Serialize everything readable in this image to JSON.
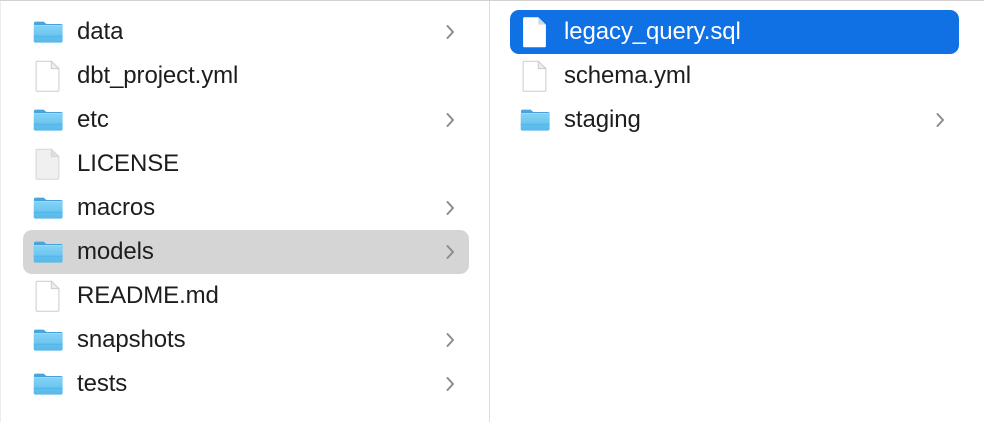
{
  "window": {
    "title": "Finder Column View",
    "view_mode": "column",
    "background_color": "#ffffff",
    "divider_color": "#dcdcdc",
    "selection_active_color": "#1071e5",
    "selection_inactive_color": "#d5d5d5",
    "text_color": "#1d1d1f",
    "selected_text_color": "#ffffff",
    "chevron_color": "#8c8c8c",
    "folder_icon_color": "#5ac0ef",
    "document_icon_color": "#ffffff"
  },
  "columns": [
    {
      "name": "parent-column",
      "items": [
        {
          "label": "data",
          "kind": "folder",
          "icon": "folder-icon",
          "has_chevron": true,
          "selected": false,
          "selection_style": "none"
        },
        {
          "label": "dbt_project.yml",
          "kind": "file",
          "icon": "document-icon",
          "has_chevron": false,
          "selected": false,
          "selection_style": "none"
        },
        {
          "label": "etc",
          "kind": "folder",
          "icon": "folder-icon",
          "has_chevron": true,
          "selected": false,
          "selection_style": "none"
        },
        {
          "label": "LICENSE",
          "kind": "file",
          "icon": "document-plain-icon",
          "has_chevron": false,
          "selected": false,
          "selection_style": "none"
        },
        {
          "label": "macros",
          "kind": "folder",
          "icon": "folder-icon",
          "has_chevron": true,
          "selected": false,
          "selection_style": "none"
        },
        {
          "label": "models",
          "kind": "folder",
          "icon": "folder-icon",
          "has_chevron": true,
          "selected": true,
          "selection_style": "gray"
        },
        {
          "label": "README.md",
          "kind": "file",
          "icon": "document-icon",
          "has_chevron": false,
          "selected": false,
          "selection_style": "none"
        },
        {
          "label": "snapshots",
          "kind": "folder",
          "icon": "folder-icon",
          "has_chevron": true,
          "selected": false,
          "selection_style": "none"
        },
        {
          "label": "tests",
          "kind": "folder",
          "icon": "folder-icon",
          "has_chevron": true,
          "selected": false,
          "selection_style": "none"
        }
      ]
    },
    {
      "name": "child-column",
      "items": [
        {
          "label": "legacy_query.sql",
          "kind": "file",
          "icon": "document-icon",
          "has_chevron": false,
          "selected": true,
          "selection_style": "blue"
        },
        {
          "label": "schema.yml",
          "kind": "file",
          "icon": "document-icon",
          "has_chevron": false,
          "selected": false,
          "selection_style": "none"
        },
        {
          "label": "staging",
          "kind": "folder",
          "icon": "folder-icon",
          "has_chevron": true,
          "selected": false,
          "selection_style": "none"
        }
      ]
    }
  ]
}
